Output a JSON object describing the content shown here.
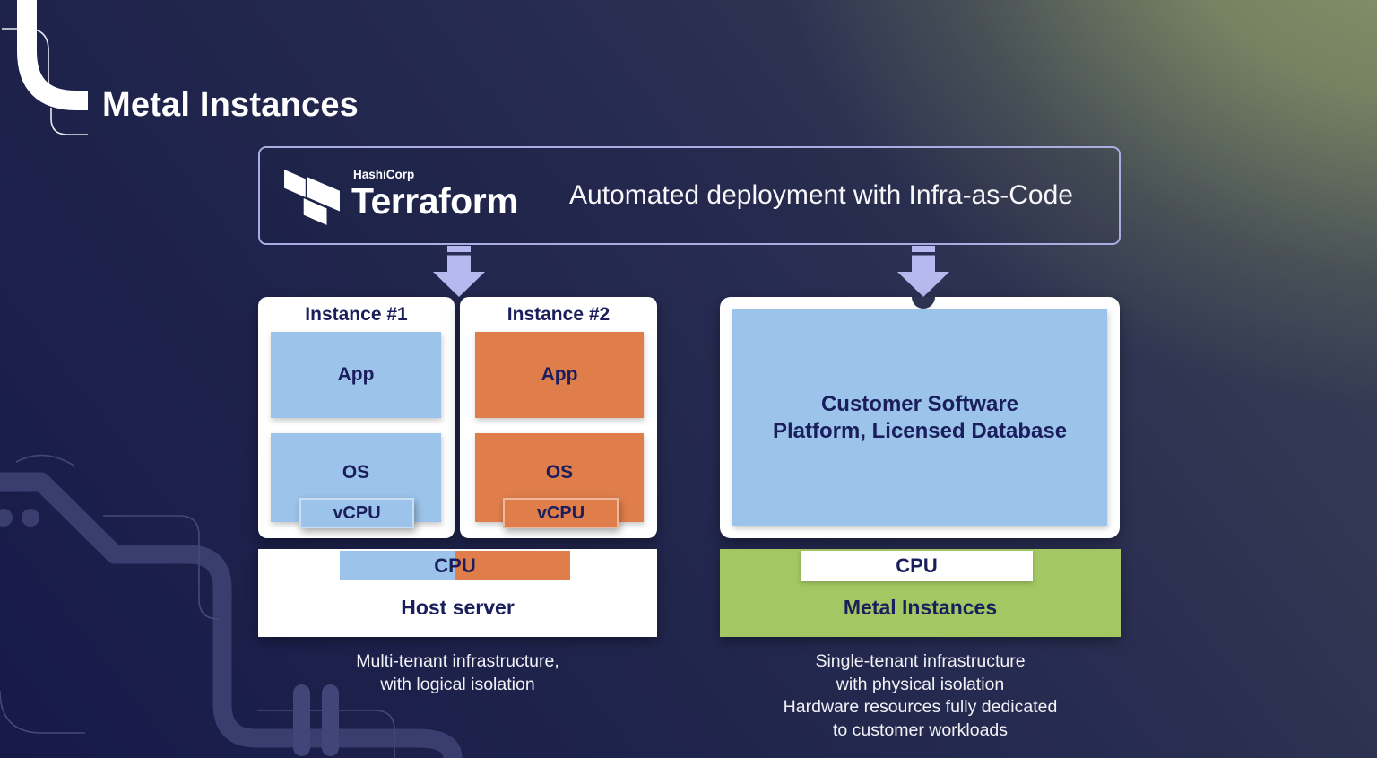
{
  "title": "Metal Instances",
  "banner": {
    "brand_small": "HashiCorp",
    "brand_large": "Terraform",
    "tagline": "Automated deployment with Infra-as-Code"
  },
  "left": {
    "instances": [
      {
        "title": "Instance #1",
        "app": "App",
        "os": "OS",
        "vcpu": "vCPU",
        "color": "#9CC3E9"
      },
      {
        "title": "Instance #2",
        "app": "App",
        "os": "OS",
        "vcpu": "vCPU",
        "color": "#DF7E4B"
      }
    ],
    "cpu_label": "CPU",
    "host_label": "Host server",
    "caption_lines": [
      "Multi-tenant infrastructure,",
      "with logical isolation"
    ]
  },
  "right": {
    "box_lines": [
      "Customer Software",
      "Platform, Licensed Database"
    ],
    "cpu_label": "CPU",
    "bar_label": "Metal Instances",
    "caption_lines": [
      "Single-tenant infrastructure",
      "with physical isolation",
      "Hardware resources fully dedicated",
      "to customer workloads"
    ]
  },
  "icons": {
    "terraform_logo": "terraform-mark",
    "flow_arrows": "down-arrow"
  },
  "colors": {
    "background_navy": "#171A49",
    "background_green": "#8C996A",
    "blue": "#9CC3E9",
    "orange": "#DF7E4B",
    "green_bar": "#A3C763",
    "navy_text": "#1A1E5C",
    "lavender_arrow": "#B5B9ED",
    "banner_border": "#A9ADE2",
    "white": "#FFFFFF"
  }
}
